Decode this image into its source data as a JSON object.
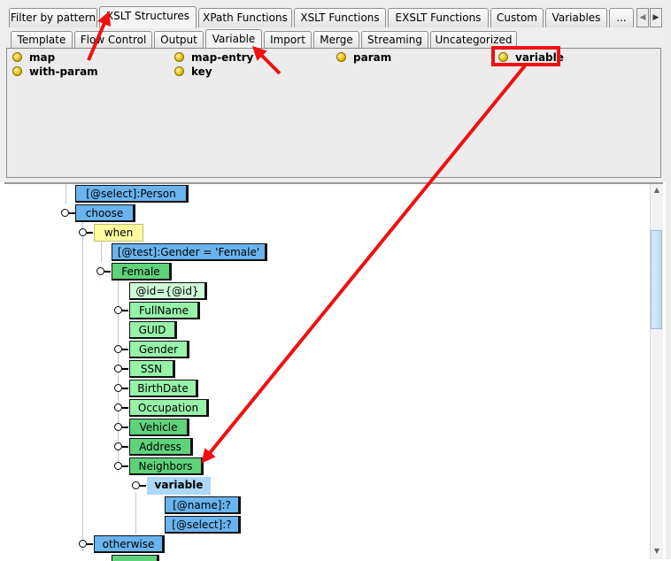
{
  "tabs_row1": [
    "Filter by pattern",
    "XSLT Structures",
    "XPath Functions",
    "XSLT Functions",
    "EXSLT Functions",
    "Custom",
    "Variables",
    "..."
  ],
  "tabs_row1_selected": "XSLT Structures",
  "tabs_row2": [
    "Template",
    "Flow Control",
    "Output",
    "Variable",
    "Import",
    "Merge",
    "Streaming",
    "Uncategorized"
  ],
  "tabs_row2_selected": "Variable",
  "scroll": {
    "left_icon": "chevron-left-icon",
    "right_icon": "chevron-right-icon"
  },
  "items": [
    "map",
    "map-entry",
    "param",
    "variable",
    "with-param",
    "key"
  ],
  "tree": {
    "n0": "[@select]:Person",
    "n1": "choose",
    "n2": "when",
    "n3": "[@test]:Gender = 'Female'",
    "n4": "Female",
    "n5": "@id={@id}",
    "n6": "FullName",
    "n7": "GUID",
    "n8": "Gender",
    "n9": "SSN",
    "n10": "BirthDate",
    "n11": "Occupation",
    "n12": "Vehicle",
    "n13": "Address",
    "n14": "Neighbors",
    "n15": "variable",
    "n16": "[@name]:?",
    "n17": "[@select]:?",
    "n18": "otherwise"
  },
  "colors": {
    "annotation": "#ee1111",
    "node_blue": "#69b4ee",
    "node_green": "#5fd27c",
    "node_light_green": "#97f2aa",
    "node_yellow": "#fffaa0",
    "selected": "#add8f7"
  }
}
